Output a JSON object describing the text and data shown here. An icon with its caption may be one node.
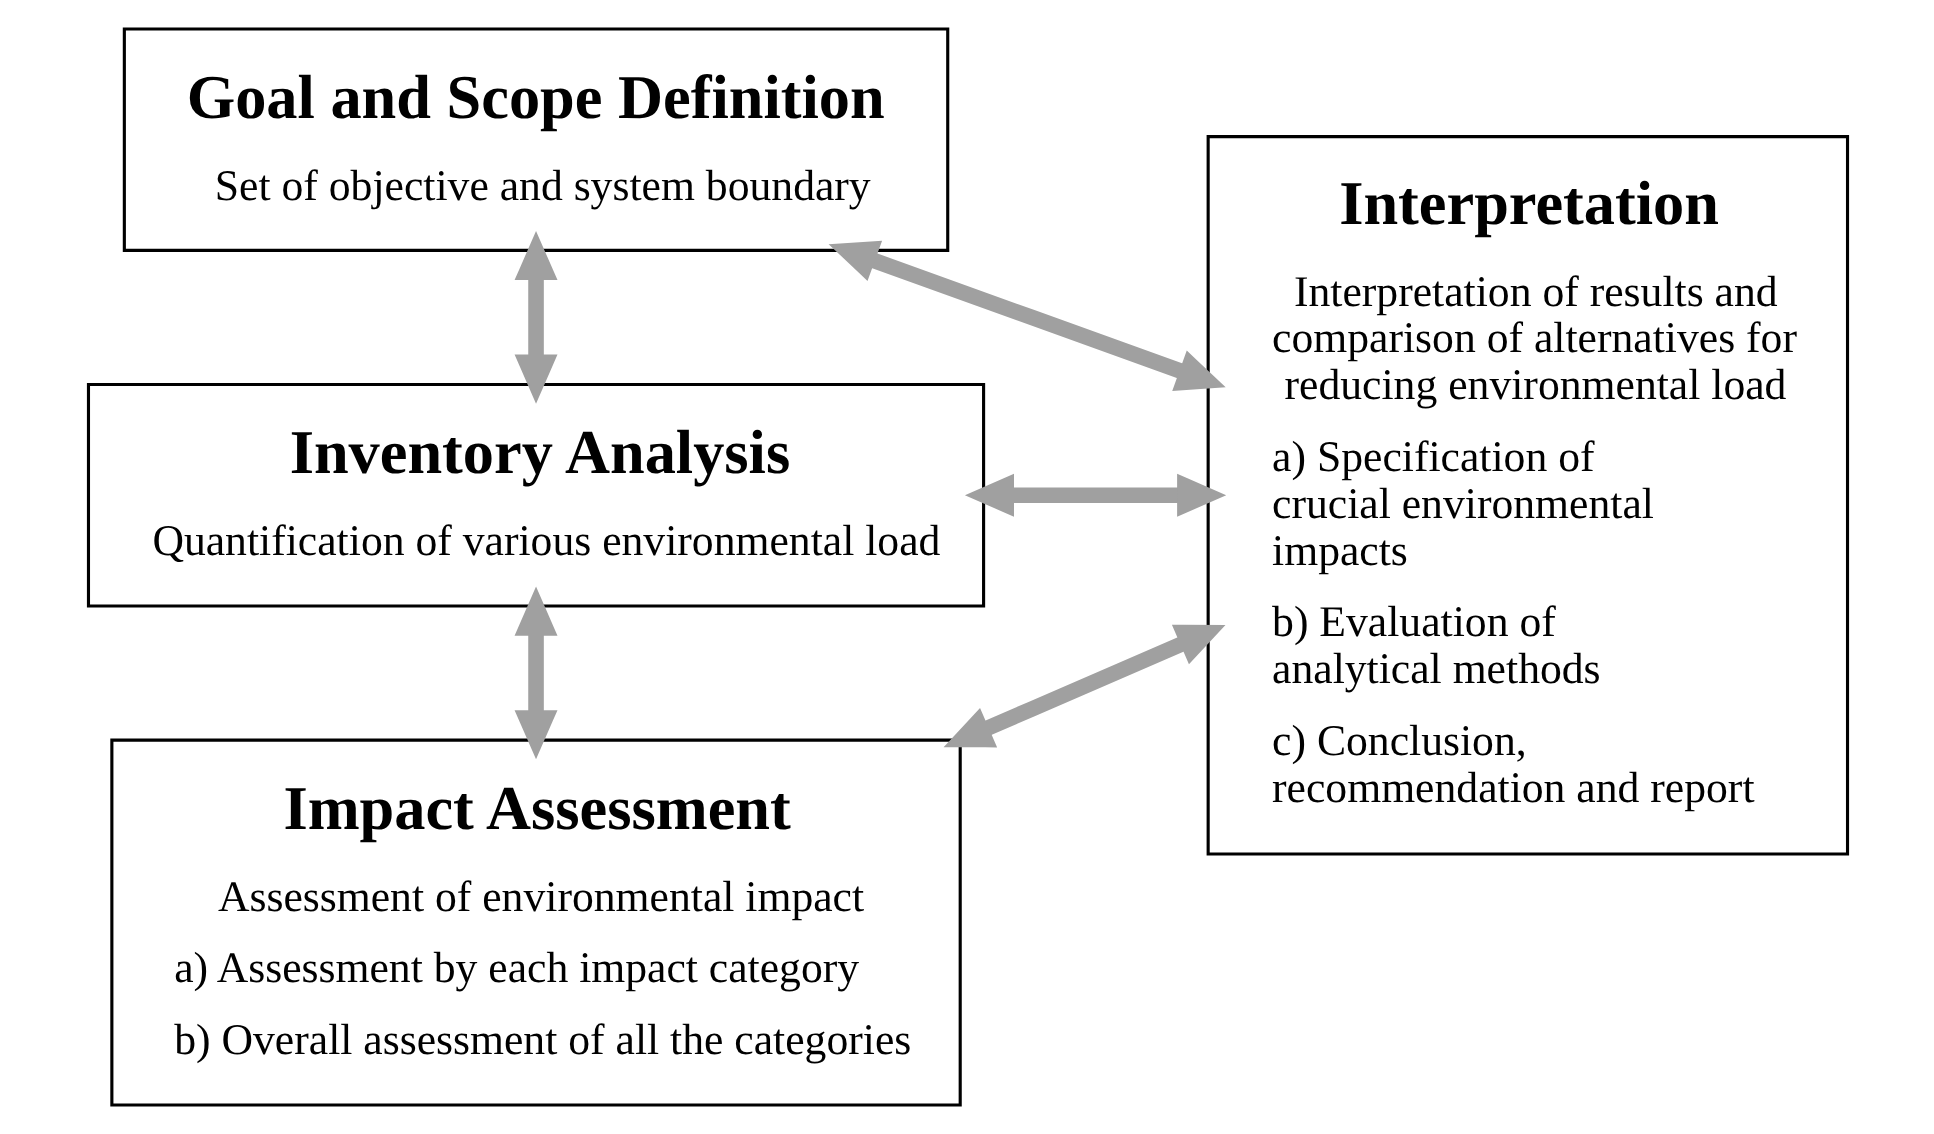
{
  "diagram": {
    "nodes": [
      {
        "text": [
          "Goal and Scope Definition",
          "Set of objective and system boundary"
        ]
      },
      {
        "text": [
          "Inventory Analysis",
          "Quantification of various environmental load"
        ]
      },
      {
        "text": [
          "Impact Assessment",
          "Assessment of environmental impact",
          "a) Assessment by each impact category",
          "b) Overall assessment of all the categories"
        ]
      },
      {
        "text": [
          "Interpretation",
          "Interpretation of results and comparison of alternatives for reducing environmental load",
          "a) Specification of crucial environmental impacts",
          "b) Evaluation of analytical methods",
          "c) Conclusion, recommendation and report"
        ]
      }
    ],
    "edges": [
      {
        "from": 0,
        "to": 1,
        "arrow": "both"
      },
      {
        "from": 1,
        "to": 2,
        "arrow": "both"
      },
      {
        "from": 0,
        "to": 3,
        "arrow": "both"
      },
      {
        "from": 1,
        "to": 3,
        "arrow": "both"
      },
      {
        "from": 2,
        "to": 3,
        "arrow": "both"
      }
    ]
  }
}
